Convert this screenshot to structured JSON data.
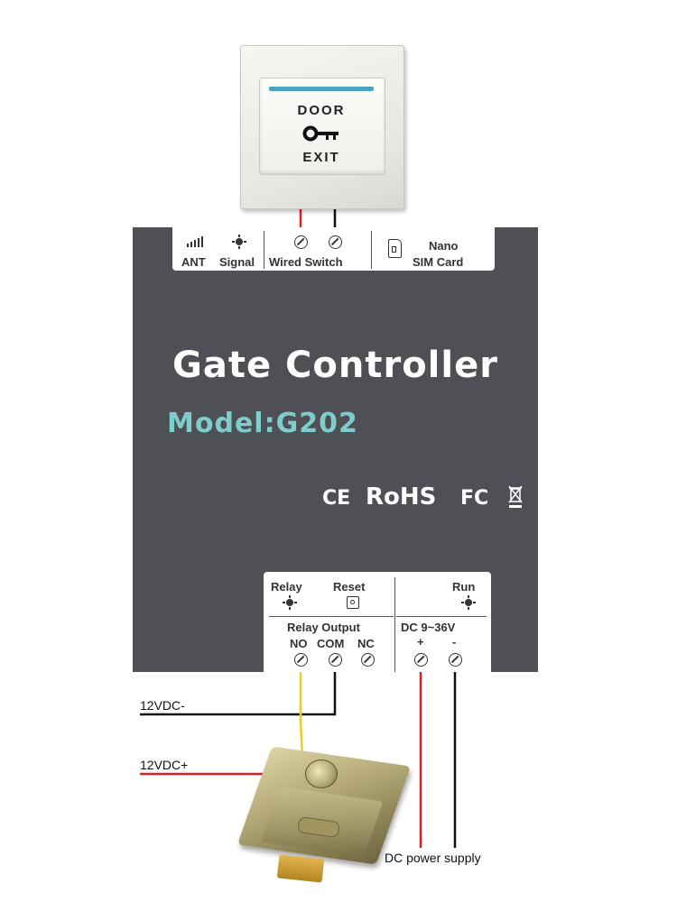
{
  "exit_button": {
    "top_text": "DOOR",
    "bottom_text": "EXIT",
    "stripe_color": "#4aa3c3"
  },
  "controller": {
    "body_color": "#4e5055",
    "title": "Gate Controller",
    "model": "Model:G202",
    "model_color": "#7fcccc",
    "certifications": {
      "ce": "CE",
      "rohs": "RoHS",
      "fc": "FC"
    },
    "top_panel": {
      "ant_label": "ANT",
      "signal_label": "Signal",
      "wired_switch_label": "Wired Switch",
      "sim_label_line1": "Nano",
      "sim_label_line2": "SIM Card"
    },
    "bottom_panel": {
      "relay_label": "Relay",
      "reset_label": "Reset",
      "run_label": "Run",
      "relay_output_label": "Relay Output",
      "terminal_no": "NO",
      "terminal_com": "COM",
      "terminal_nc": "NC",
      "dc_label": "DC 9~36V",
      "plus": "+",
      "minus": "-"
    }
  },
  "wiring": {
    "label_12vdc_minus": "12VDC-",
    "label_12vdc_plus": "12VDC+",
    "label_dc_supply": "DC power supply",
    "colors": {
      "red": "#e02020",
      "black": "#111111",
      "yellow": "#e6d21e"
    }
  }
}
